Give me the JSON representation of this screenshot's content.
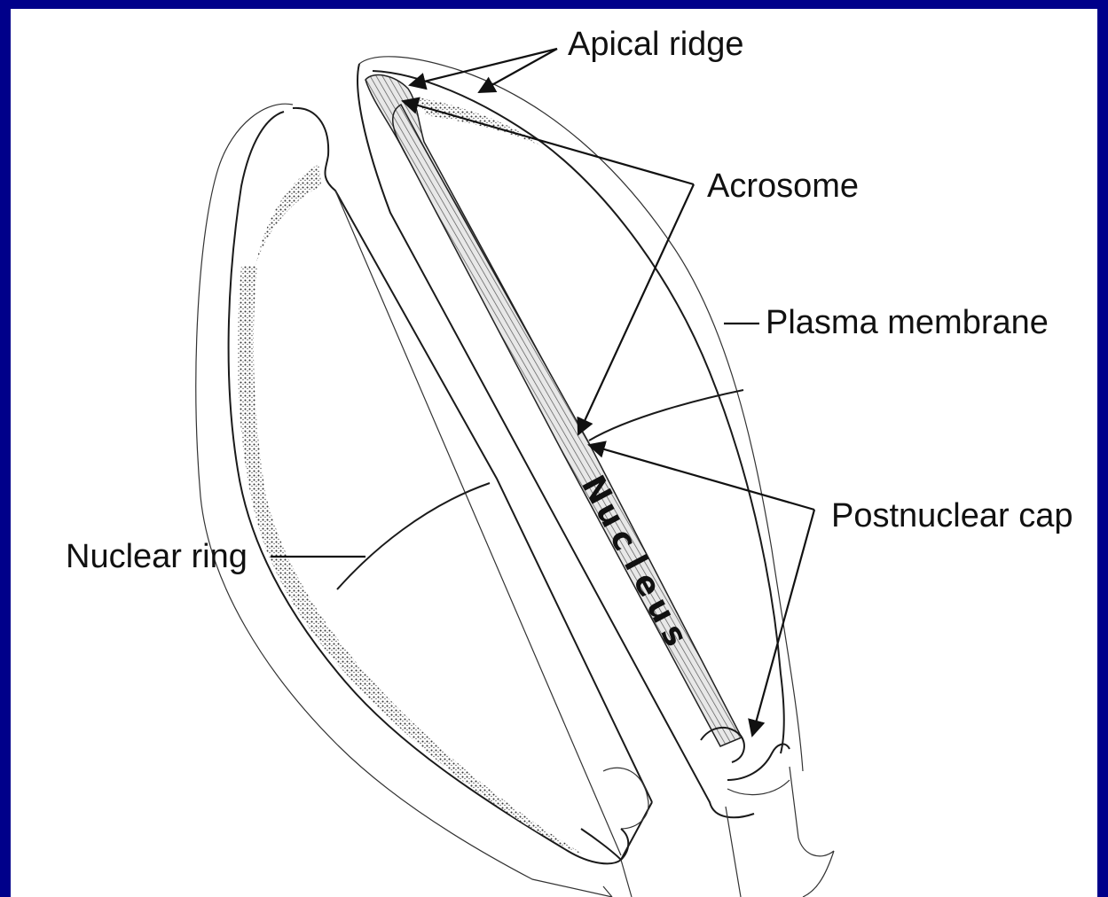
{
  "colors": {
    "frame": "#00008a",
    "panel": "#ffffff",
    "ink": "#111111"
  },
  "labels": {
    "apical_ridge": "Apical ridge",
    "acrosome": "Acrosome",
    "plasma_membrane": "Plasma membrane",
    "postnuclear_cap": "Postnuclear cap",
    "nuclear_ring": "Nuclear ring",
    "nucleus_letters": [
      "N",
      "u",
      "c",
      "l",
      "e",
      "u",
      "s"
    ]
  }
}
